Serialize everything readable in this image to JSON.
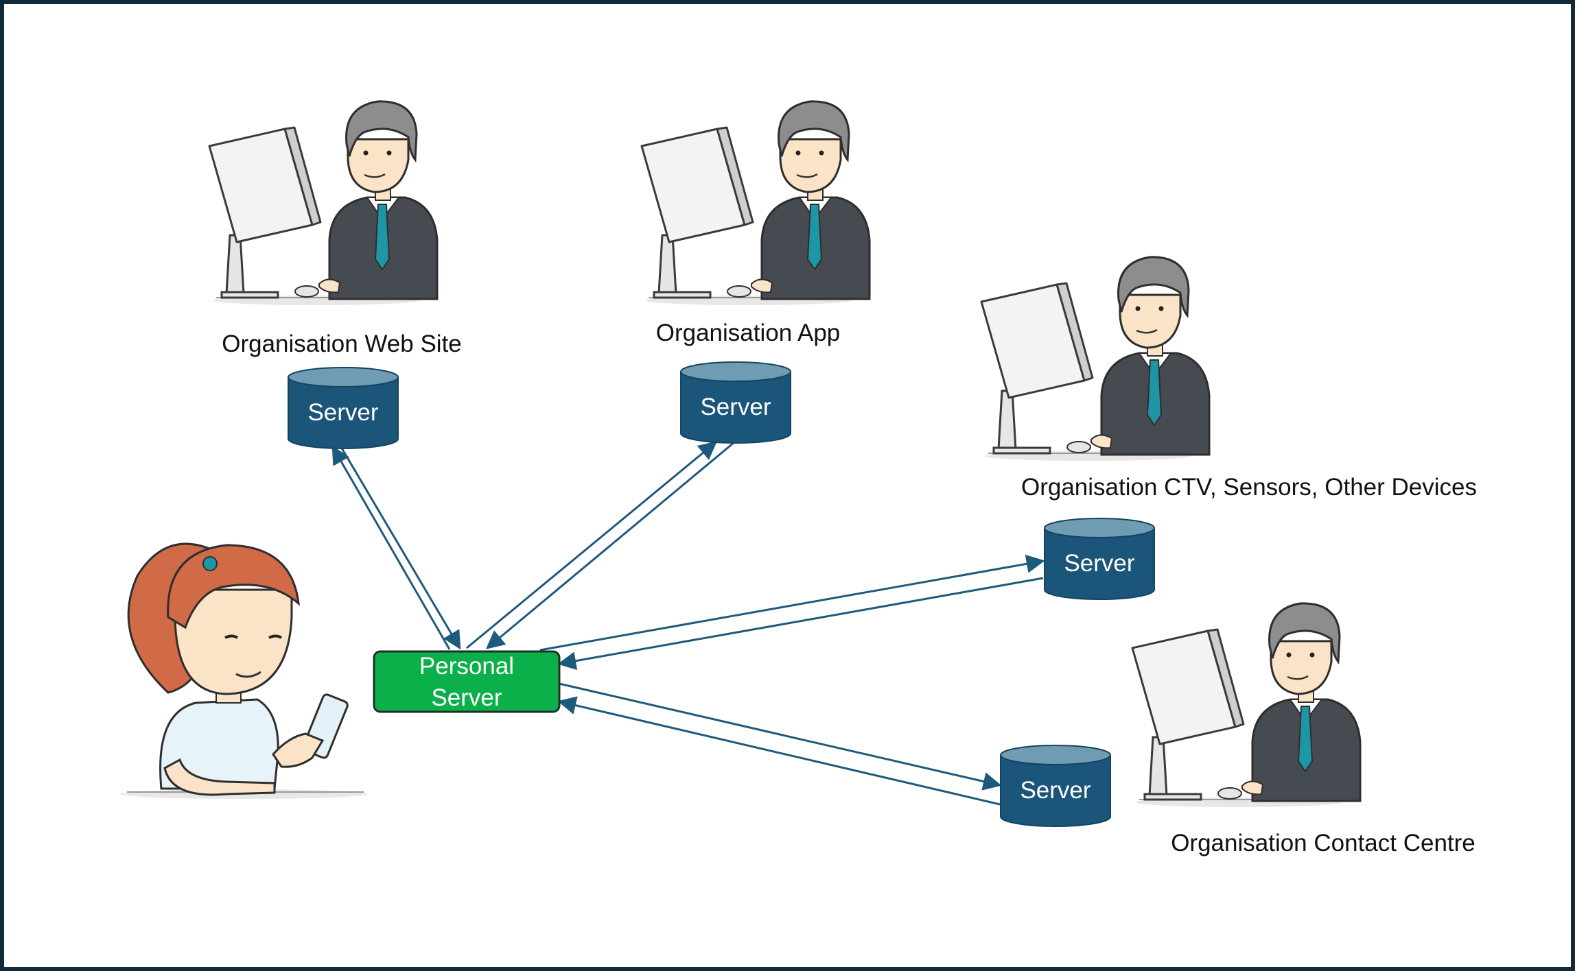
{
  "colors": {
    "frame": "#0f2b3a",
    "server_fill": "#1b5579",
    "server_top": "#6f9bb3",
    "personal_server_fill": "#0cb04a",
    "arrow": "#1e5a7c",
    "girl_hair": "#d06a47",
    "suit": "#464b52",
    "tie": "#1d96a8"
  },
  "organisations": [
    {
      "id": "web",
      "label": "Organisation Web Site",
      "server_label": "Server"
    },
    {
      "id": "app",
      "label": "Organisation App",
      "server_label": "Server"
    },
    {
      "id": "ctv",
      "label": "Organisation CTV, Sensors, Other Devices",
      "server_label": "Server"
    },
    {
      "id": "contact",
      "label": "Organisation Contact Centre",
      "server_label": "Server"
    }
  ],
  "personal_server": {
    "line1": "Personal",
    "line2": "Server"
  },
  "people": {
    "user": "woman-with-phone",
    "operators": [
      "man-at-computer",
      "man-at-computer",
      "man-at-computer",
      "man-at-computer"
    ]
  }
}
